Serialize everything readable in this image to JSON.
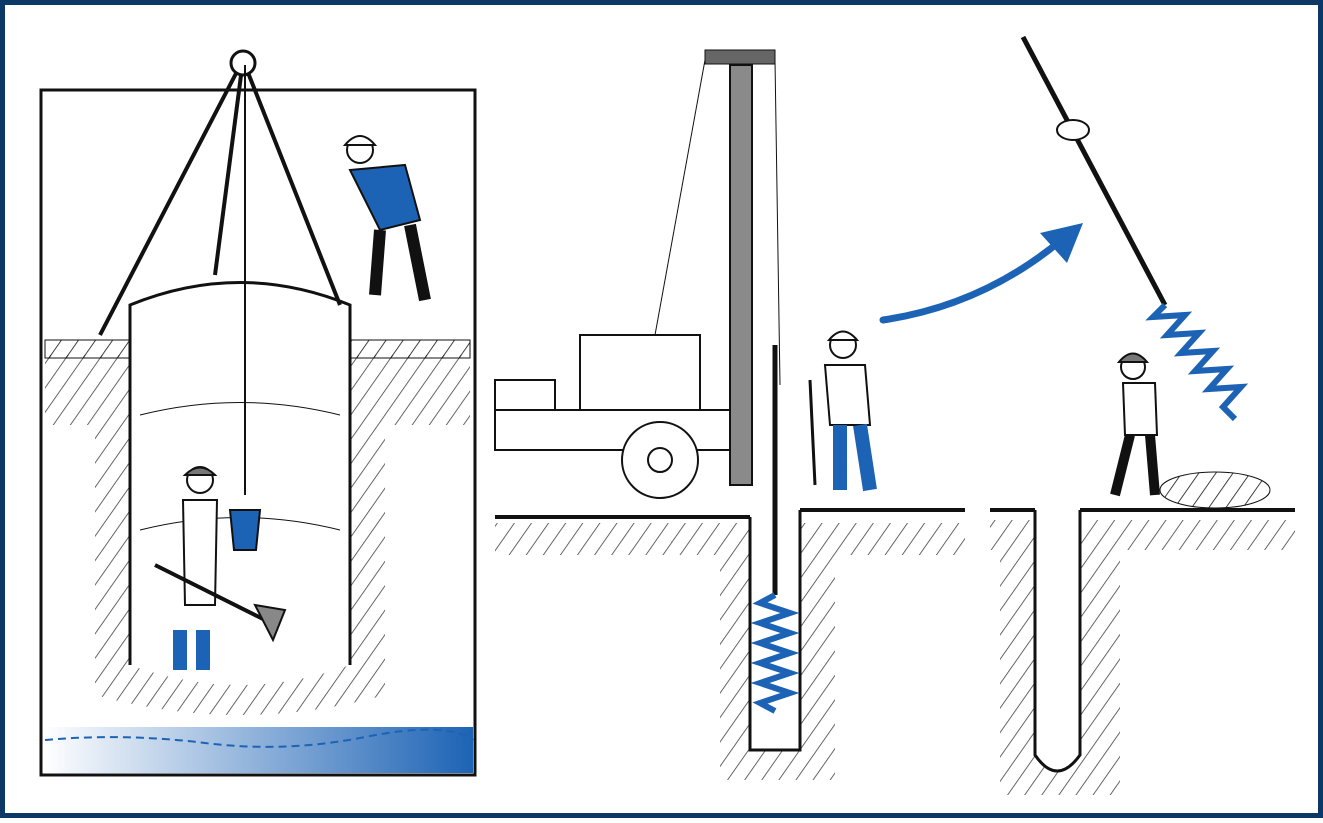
{
  "colors": {
    "border": "#0d3765",
    "accent_blue": "#1d63b5",
    "ink": "#111111",
    "metal_gray": "#8a8a8a"
  },
  "panels": [
    {
      "id": "hand-dug-well"
    },
    {
      "id": "machine-auger-drilling"
    },
    {
      "id": "auger-withdrawn-open-hole"
    }
  ]
}
